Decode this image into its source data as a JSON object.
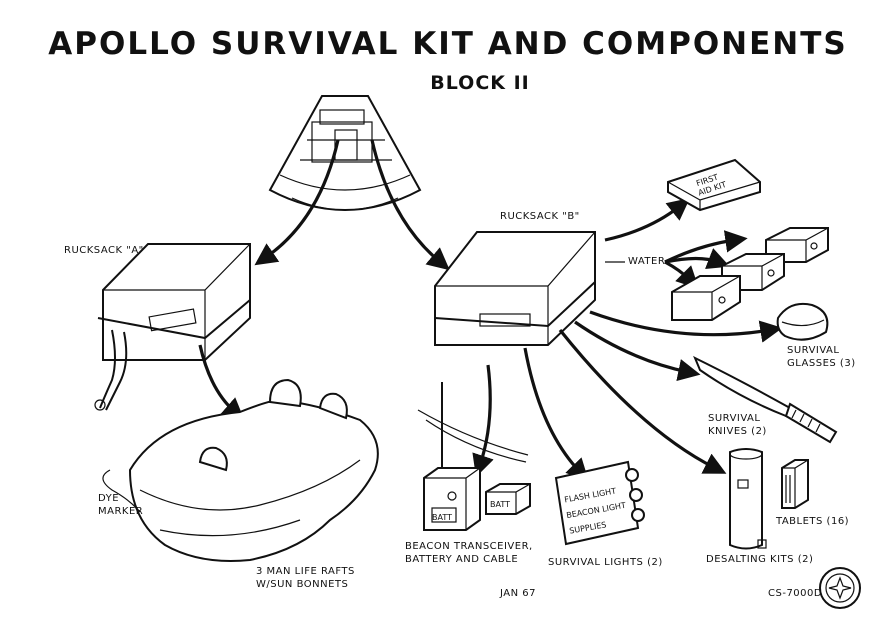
{
  "title": "APOLLO SURVIVAL KIT AND COMPONENTS",
  "subtitle": "BLOCK II",
  "labels": {
    "rucksack_a": "RUCKSACK \"A\"",
    "rucksack_b": "RUCKSACK \"B\"",
    "water": "WATER",
    "survival_glasses": [
      "SURVIVAL",
      "GLASSES (3)"
    ],
    "survival_knives": [
      "SURVIVAL",
      "KNIVES (2)"
    ],
    "tablets": "TABLETS (16)",
    "desalting_kits": "DESALTING KITS (2)",
    "survival_lights": "SURVIVAL LIGHTS (2)",
    "beacon": [
      "BEACON TRANSCEIVER,",
      "BATTERY AND CABLE"
    ],
    "dye_marker": [
      "DYE",
      "MARKER"
    ],
    "life_rafts": [
      "3 MAN LIFE RAFTS",
      "W/SUN BONNETS"
    ]
  },
  "item_text": {
    "first_aid": [
      "FIRST",
      "AID KIT"
    ],
    "batt": "BATT",
    "light_panel": [
      "FLASH LIGHT",
      "BEACON LIGHT",
      "SUPPLIES"
    ]
  },
  "footer": {
    "date": "JAN 67",
    "code": "CS-7000D"
  },
  "icons": [
    "command-module-icon",
    "rucksack-icon",
    "first-aid-kit-icon",
    "water-container-icon",
    "survival-glasses-icon",
    "survival-knife-icon",
    "desalting-kit-icon",
    "tablets-icon",
    "survival-light-icon",
    "beacon-transceiver-icon",
    "life-raft-icon",
    "seal-icon"
  ]
}
